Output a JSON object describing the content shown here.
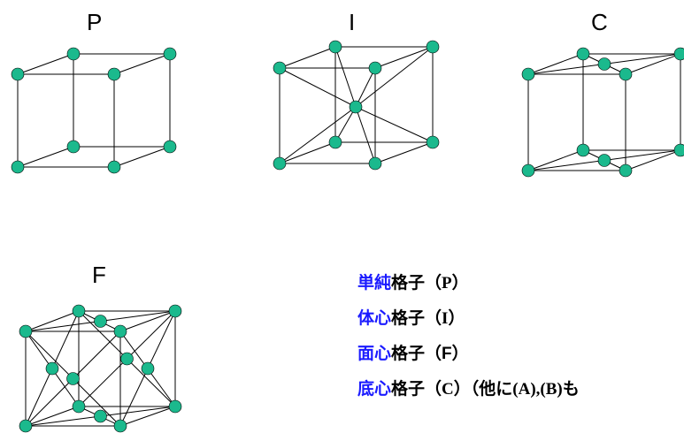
{
  "lattices": [
    {
      "id": "P",
      "label": "P",
      "type": "primitive"
    },
    {
      "id": "I",
      "label": "I",
      "type": "body-centered"
    },
    {
      "id": "C",
      "label": "C",
      "type": "base-centered"
    },
    {
      "id": "F",
      "label": "F",
      "type": "face-centered"
    }
  ],
  "legend": [
    {
      "key": "単純",
      "rest": "格子（",
      "symbol": "P",
      "tail": "）"
    },
    {
      "key": "体心",
      "rest": "格子（",
      "symbol": "I",
      "tail": "）"
    },
    {
      "key": "面心",
      "rest": "格子（",
      "symbol": "F",
      "tail": "）"
    },
    {
      "key": "底心",
      "rest": "格子（",
      "symbol": "C",
      "tail": "）（他に(A),(B)も"
    }
  ],
  "colors": {
    "atom": "#1bb98d",
    "key_text": "#1a1aff",
    "edge": "#000000"
  }
}
